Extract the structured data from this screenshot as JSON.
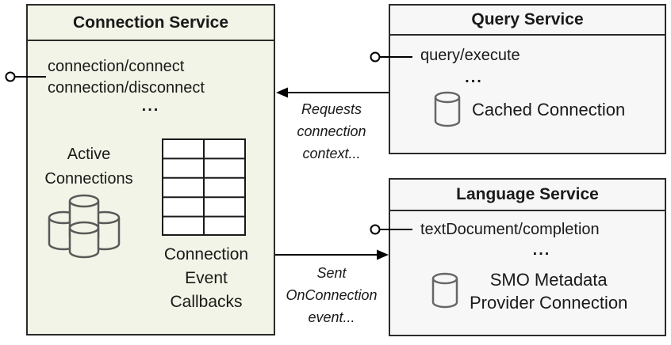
{
  "colors": {
    "connection_box_fill": "#f1f4e6",
    "service_box_fill": "#f7f7f8",
    "border": "#2b2b2b",
    "text": "#1a1a1a",
    "cylinder_stroke": "#595959",
    "small_cylinder_stroke": "#666666",
    "arrow": "#000000"
  },
  "connection_service": {
    "title": "Connection Service",
    "endpoints": [
      "connection/connect",
      "connection/disconnect"
    ],
    "ellipsis": "...",
    "active_label": [
      "Active",
      "Connections"
    ],
    "callbacks_label": [
      "Connection",
      "Event",
      "Callbacks"
    ]
  },
  "query_service": {
    "title": "Query Service",
    "endpoints": [
      "query/execute"
    ],
    "ellipsis": "...",
    "cached_connection_label": "Cached Connection"
  },
  "language_service": {
    "title": "Language Service",
    "endpoints": [
      "textDocument/completion"
    ],
    "ellipsis": "...",
    "provider_label": [
      "SMO Metadata",
      "Provider Connection"
    ]
  },
  "arrows": {
    "requests_label": [
      "Requests",
      "connection",
      "context..."
    ],
    "sent_label": [
      "Sent",
      "OnConnection",
      "event..."
    ]
  },
  "icons": {
    "database_cluster": "database-cluster-icon",
    "database": "database-cylinder-icon",
    "callbacks_table": "table-grid-icon",
    "lollipop": "interface-lollipop-icon"
  }
}
